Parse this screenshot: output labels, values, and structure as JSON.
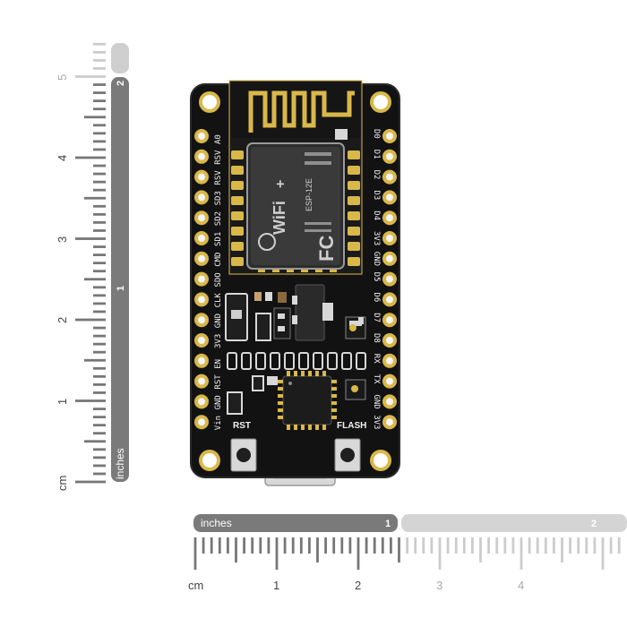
{
  "colors": {
    "board": "#121212",
    "gold": "#d9b84a",
    "ruler_dark": "#777777",
    "ruler_light": "#cccccc",
    "bar_dark": "#7a7a7a",
    "bar_light": "#cfcfcf"
  },
  "board": {
    "left_pins": [
      "A0",
      "RSV",
      "RSV",
      "SD3",
      "SD2",
      "SD1",
      "CMD",
      "SDO",
      "CLK",
      "GND",
      "3V3",
      "EN",
      "RST",
      "GND",
      "Vin"
    ],
    "right_pins": [
      "D0",
      "D1",
      "D2",
      "D3",
      "D4",
      "3V3",
      "GND",
      "D5",
      "D6",
      "D7",
      "D8",
      "RX",
      "TX",
      "GND",
      "3V3"
    ],
    "rst_label": "RST",
    "flash_label": "FLASH",
    "module": {
      "wifi_text": "WiFi",
      "wifi_plus": "+",
      "model_text": "ESP-12E",
      "fc_text": "FC"
    }
  },
  "vertical_ruler": {
    "unit_cm": "cm",
    "cm_numbers": [
      "1",
      "2",
      "3",
      "4",
      "5"
    ],
    "inch_label": "inches",
    "inch_numbers": [
      "1",
      "2"
    ]
  },
  "horizontal_ruler": {
    "unit_cm": "cm",
    "cm_numbers": [
      "1",
      "2",
      "3",
      "4"
    ],
    "inch_label": "inches",
    "inch_numbers": [
      "1",
      "2"
    ]
  }
}
